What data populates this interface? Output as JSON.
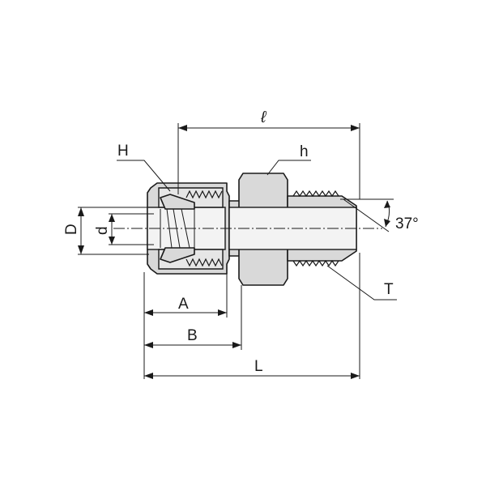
{
  "labels": {
    "l": "ℓ",
    "H": "H",
    "h": "h",
    "D": "D",
    "d": "d",
    "angle": "37°",
    "T": "T",
    "A": "A",
    "B": "B",
    "L": "L"
  }
}
